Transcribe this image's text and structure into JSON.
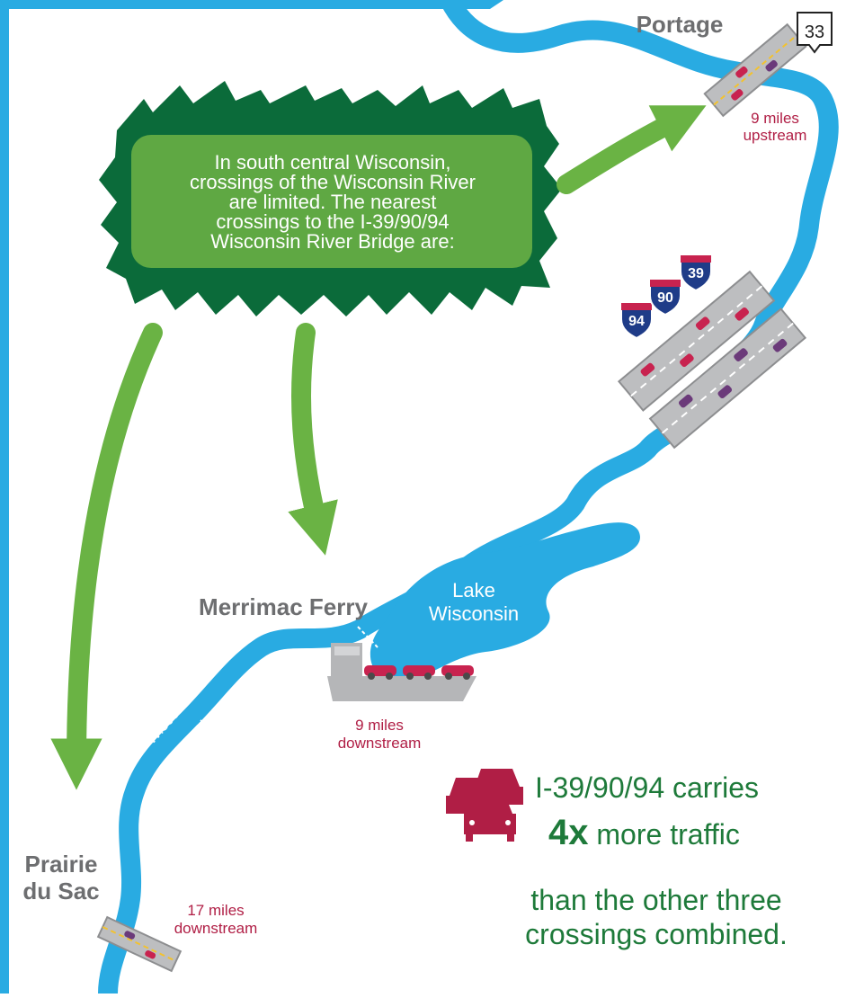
{
  "title_text": "In south central Wisconsin,\ncrossings of  the Wisconsin River\nare limited. The nearest\ncrossings to the I-39/90/94\nWisconsin River Bridge are:",
  "places": {
    "portage": "Portage",
    "merrimac_ferry": "Merrimac Ferry",
    "lake": [
      "Lake",
      "Wisconsin"
    ],
    "prairie": [
      "Prairie",
      "du Sac"
    ],
    "river": [
      "Wisconsin",
      "River"
    ]
  },
  "distances": {
    "portage": [
      "9 miles",
      "upstream"
    ],
    "merrimac": [
      "9 miles",
      "downstream"
    ],
    "prairie": [
      "17 miles",
      "downstream"
    ]
  },
  "shields": {
    "route": "33",
    "i94": "94",
    "i90": "90",
    "i39": "39"
  },
  "fact": {
    "line1": "I-39/90/94 carries",
    "multiplier": "4x",
    "line2_rest": " more traffic",
    "line3": "than the other three\ncrossings combined."
  },
  "colors": {
    "river": "#29abe2",
    "arrow": "#6ab344",
    "callout_outer": "#0b6b3a",
    "callout_inner": "#5fa843",
    "accent_red": "#b01e45",
    "text_gray": "#6d6e70",
    "fact_green": "#1e7a3a"
  }
}
